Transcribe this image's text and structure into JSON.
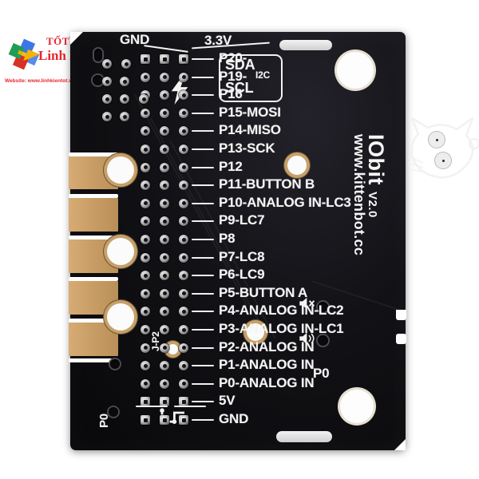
{
  "image": {
    "subject": "IObit V2.0 micro:bit breakout board (product photo)",
    "background_color": "#ffffff",
    "pcb_color": "#121216",
    "silkscreen_color": "#f4f4f4",
    "gold_color": "#c59a62",
    "accent_color": "#e8262f"
  },
  "watermark": {
    "brand_top": "TỐT",
    "brand_degree": "°",
    "brand_main": "Linh Kiện",
    "website": "Website: www.linhkientot.vn",
    "logo_icon": "pinwheel-logo",
    "logo_colors": [
      "#3b78e7",
      "#1f9d55",
      "#f4b400",
      "#d93025"
    ]
  },
  "board": {
    "name": "IObit",
    "version": "V2.0",
    "url": "www.kittenbot.cc",
    "logo_icon": "kitten-cat-outline-icon",
    "power_icon": "lightning-bolt-icon",
    "jtag_icon": "jtag-pulse-icon",
    "speaker_icons": [
      "speaker-mute-icon",
      "speaker-on-icon"
    ],
    "top_labels": [
      {
        "text": "GND",
        "name": "label-gnd-top"
      },
      {
        "text": "3.3V",
        "name": "label-3v3-top"
      }
    ],
    "i2c": {
      "group_label": "I2C",
      "sda": "SDA",
      "scl": "SCL"
    },
    "corner_labels": [
      {
        "text": "J-P2",
        "name": "label-j-p2"
      },
      {
        "text": "P0",
        "name": "label-p0-bottom-left"
      },
      {
        "text": "P0",
        "name": "label-p0-right"
      }
    ],
    "pins": [
      {
        "n": 1,
        "label": "P20-",
        "suffix": "SDA",
        "name": "pin-p20"
      },
      {
        "n": 2,
        "label": "P19-",
        "suffix": "SCL",
        "name": "pin-p19"
      },
      {
        "n": 3,
        "label": "P16",
        "suffix": "",
        "name": "pin-p16"
      },
      {
        "n": 4,
        "label": "P15-MOSI",
        "suffix": "",
        "name": "pin-p15"
      },
      {
        "n": 5,
        "label": "P14-MISO",
        "suffix": "",
        "name": "pin-p14"
      },
      {
        "n": 6,
        "label": "P13-SCK",
        "suffix": "",
        "name": "pin-p13"
      },
      {
        "n": 7,
        "label": "P12",
        "suffix": "",
        "name": "pin-p12"
      },
      {
        "n": 8,
        "label": "P11-BUTTON B",
        "suffix": "",
        "name": "pin-p11"
      },
      {
        "n": 9,
        "label": "P10-ANALOG IN-LC3",
        "suffix": "",
        "name": "pin-p10"
      },
      {
        "n": 10,
        "label": "P9-LC7",
        "suffix": "",
        "name": "pin-p9"
      },
      {
        "n": 11,
        "label": "P8",
        "suffix": "",
        "name": "pin-p8"
      },
      {
        "n": 12,
        "label": "P7-LC8",
        "suffix": "",
        "name": "pin-p7"
      },
      {
        "n": 13,
        "label": "P6-LC9",
        "suffix": "",
        "name": "pin-p6"
      },
      {
        "n": 14,
        "label": "P5-BUTTON A",
        "suffix": "",
        "name": "pin-p5"
      },
      {
        "n": 15,
        "label": "P4-ANALOG IN-LC2",
        "suffix": "",
        "name": "pin-p4"
      },
      {
        "n": 16,
        "label": "P3-ANALOG IN-LC1",
        "suffix": "",
        "name": "pin-p3"
      },
      {
        "n": 17,
        "label": "P2-ANALOG IN",
        "suffix": "",
        "name": "pin-p2"
      },
      {
        "n": 18,
        "label": "P1-ANALOG IN",
        "suffix": "",
        "name": "pin-p1"
      },
      {
        "n": 19,
        "label": "P0-ANALOG IN",
        "suffix": "",
        "name": "pin-p0"
      },
      {
        "n": 20,
        "label": "5V",
        "suffix": "",
        "name": "pin-5v"
      },
      {
        "n": 21,
        "label": "GND",
        "suffix": "",
        "name": "pin-gnd"
      }
    ]
  }
}
